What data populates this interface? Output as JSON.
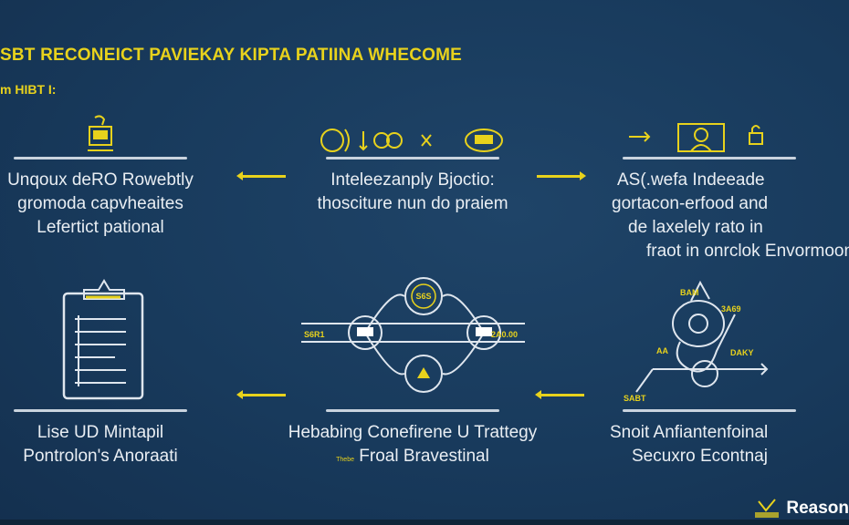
{
  "header": {
    "title": "SBT RECONEICT PAVIEKAY KIPTA PATIINA WHECOME",
    "subtitle": "m HIBT I:"
  },
  "steps": [
    {
      "lines": [
        "Unqoux deRO Rowebtly",
        "gromoda capvheaites",
        "Lefertict pational"
      ]
    },
    {
      "lines": [
        "Inteleezanply Bjoctio:",
        "thosciture nun do praiem"
      ]
    },
    {
      "lines": [
        "AS(.wefa Indeeade",
        "gortacon-erfood and",
        "de laxelely rato in",
        "fraot in onrclok Envormoon"
      ]
    },
    {
      "lines": [
        "Lise UD Mintapil",
        "Pontrolon's Anoraati"
      ]
    },
    {
      "lines": [
        "Hebabing Conefirene U Trattegy",
        "Froal Bravestinal"
      ],
      "small_prefix": "Thebe"
    },
    {
      "lines": [
        "Snoit Anfiantenfoinal",
        "Secuxro Econtnaj"
      ]
    }
  ],
  "diagram_labels": {
    "left": "S6R1",
    "right": "2A0.00",
    "top": "S6S",
    "r1": "BAM",
    "r2": "3A69",
    "r3": "DAKY",
    "r4": "AA",
    "r5": "SABT"
  },
  "footer": {
    "brand": "Reason"
  },
  "colors": {
    "accent": "#e8d21c",
    "background": "#183a5c",
    "line": "#c9d3de"
  }
}
